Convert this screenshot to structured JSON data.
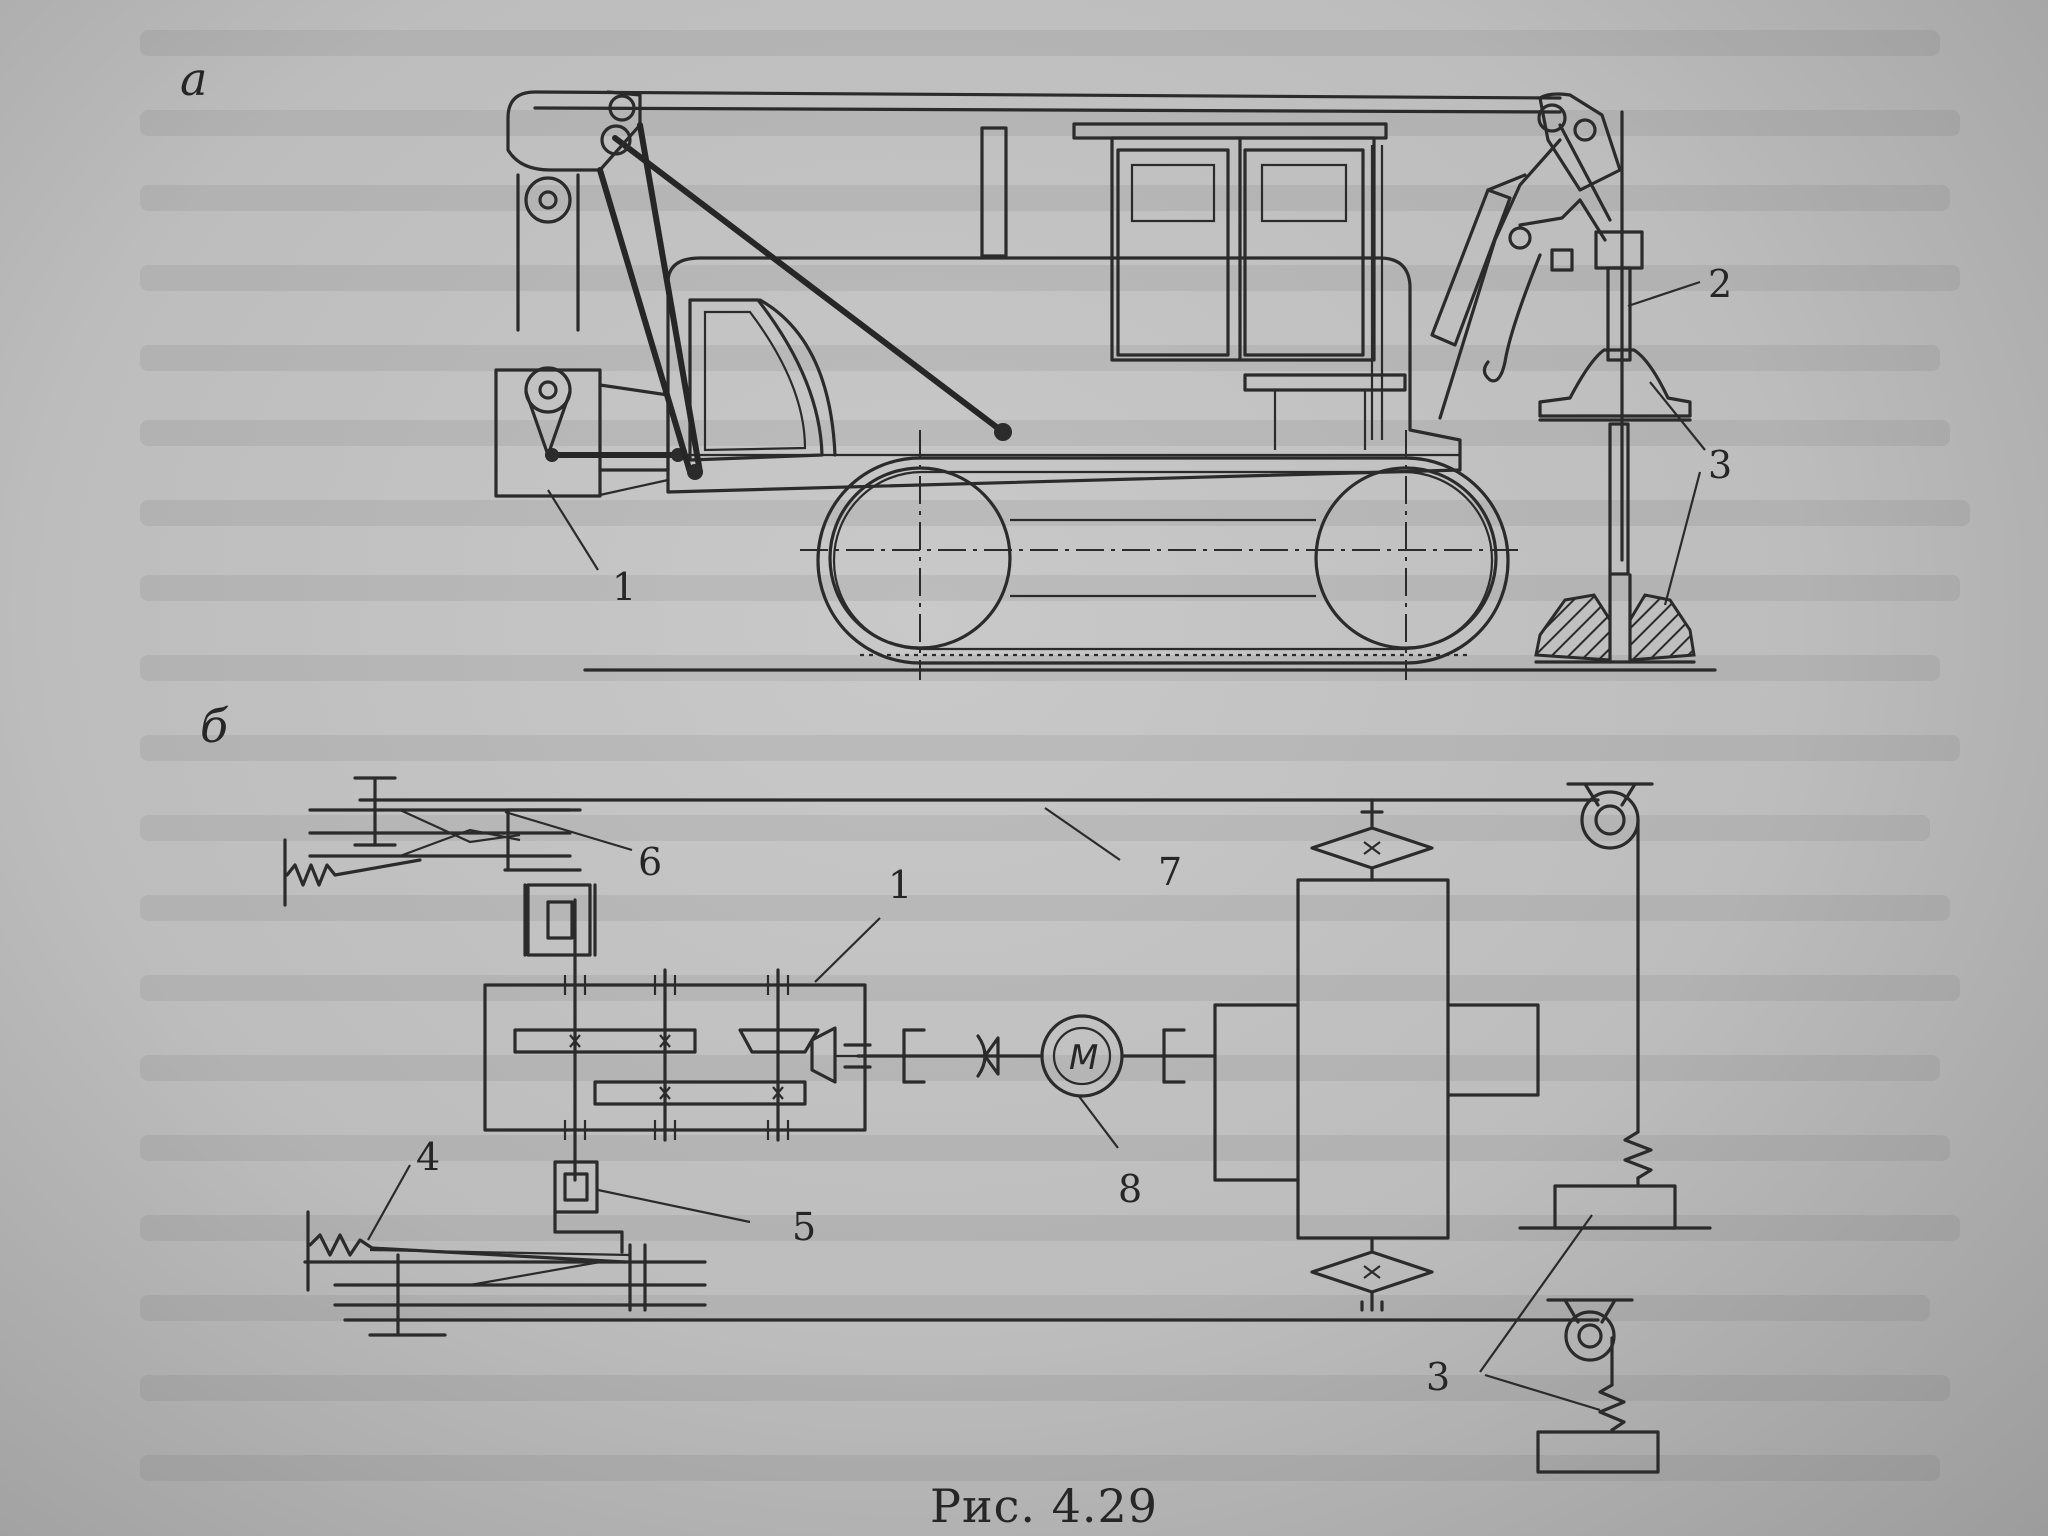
{
  "figure": {
    "caption": "Рис. 4.29",
    "part_a_label": "а",
    "part_b_label": "б",
    "motor_symbol": "M"
  },
  "callouts_a": {
    "n1": "1",
    "n2": "2",
    "n3": "3"
  },
  "callouts_b": {
    "n1": "1",
    "n3": "3",
    "n4": "4",
    "n5": "5",
    "n6": "6",
    "n7": "7",
    "n8": "8"
  },
  "colors": {
    "ink": "#2b2b2b",
    "paper": "#c4c4c4"
  }
}
